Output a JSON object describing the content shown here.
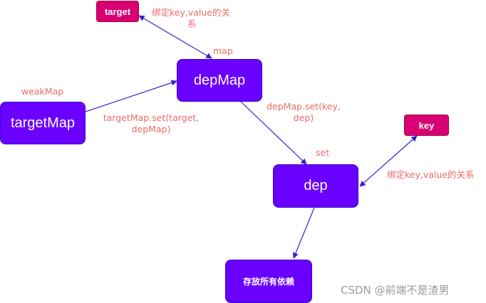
{
  "nodes": {
    "target": "target",
    "depMap": "depMap",
    "targetMap": "targetMap",
    "key": "key",
    "dep": "dep",
    "store": "存放所有依赖"
  },
  "labels": {
    "bind_target_line1": "绑定key,value的关",
    "bind_target_line2": "系",
    "map": "map",
    "weakMap": "weakMap",
    "targetMap_set_line1": "targetMap.set(target,",
    "targetMap_set_line2": "depMap)",
    "depMap_set_line1": "depMap.set(key,",
    "depMap_set_line2": "dep)",
    "set": "set",
    "bind_key": "绑定key,value的关系"
  },
  "watermark": "CSDN @前端不是渣男",
  "colors": {
    "main_node": "#6a00ff",
    "small_node": "#d80073",
    "edge": "#3d1fd0",
    "label": "#ea6b66"
  }
}
